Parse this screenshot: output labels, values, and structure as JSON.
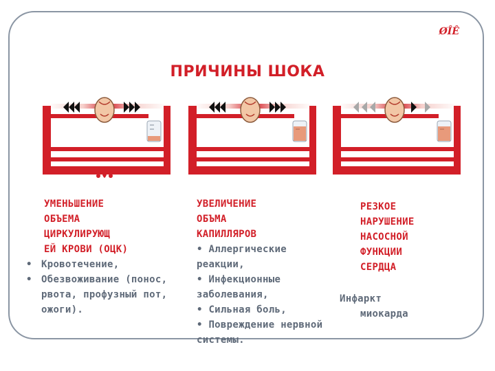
{
  "logo_text": "ØÎÊ",
  "title": "ПРИЧИНЫ ШОКА",
  "columns": [
    {
      "heading": [
        "УМЕНЬШЕНИЕ",
        "ОБЪЕМА",
        "ЦИРКУЛИРУЮЩ",
        "ЕЙ КРОВИ (ОЦК)"
      ],
      "items": [
        "Кровотечение,",
        "Обезвоживание (понос, рвота, профузный пот, ожоги)."
      ]
    },
    {
      "heading": [
        "УВЕЛИЧЕНИЕ",
        "ОБЪМА",
        "КАПИЛЛЯРОВ"
      ],
      "items": [
        "• Аллергические реакции,",
        "• Инфекционные заболевания,",
        "• Сильная боль,",
        "• Повреждение нервной системы."
      ]
    },
    {
      "heading": [
        "РЕЗКОЕ",
        "НАРУШЕНИЕ",
        "НАСОСНОЙ",
        "ФУНКЦИИ",
        "СЕРДЦА"
      ],
      "items": [
        "Инфаркт",
        "миокарда"
      ]
    }
  ],
  "colors": {
    "accent": "#d21f28",
    "text": "#5e6978",
    "frame": "#8a95a3"
  },
  "icons": [
    "heart-icon",
    "beaker-icon",
    "blood-drop-icon",
    "arrow-left-icon",
    "arrow-right-icon"
  ]
}
